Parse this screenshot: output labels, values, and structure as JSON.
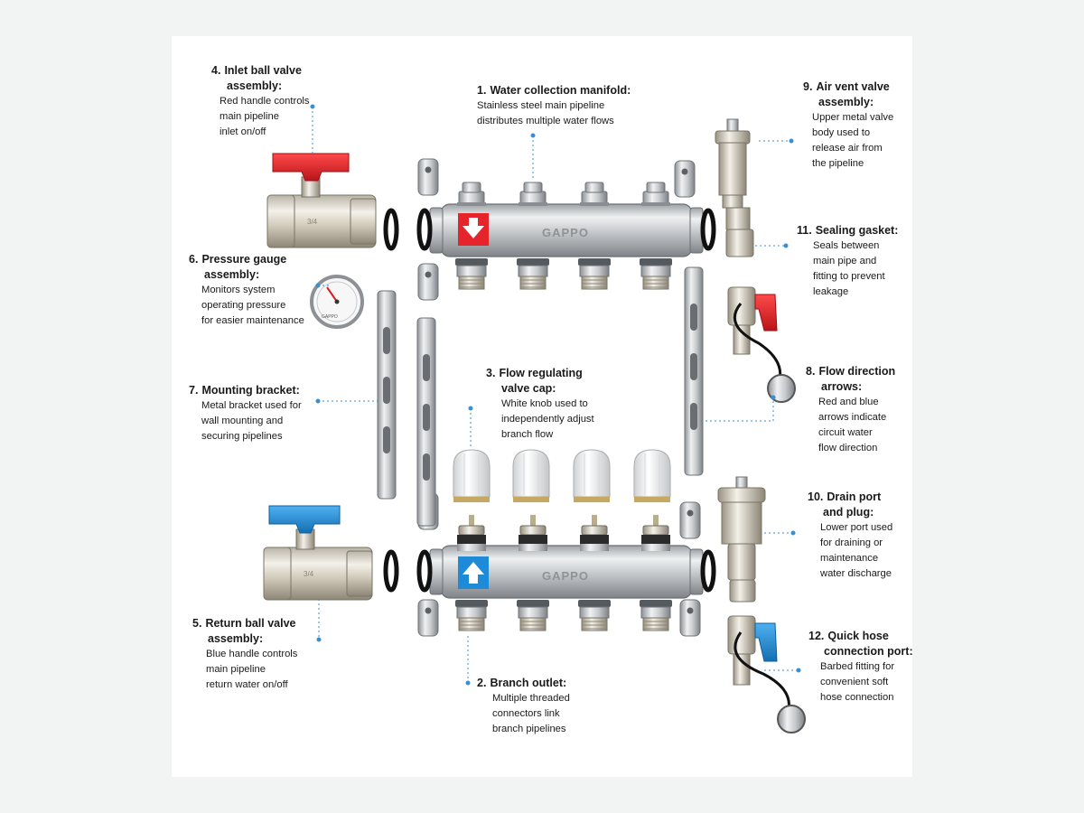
{
  "colors": {
    "leader": "#3a8fd1",
    "red_handle": "#e5242b",
    "blue_handle": "#1e8bd8",
    "steel": "#c9cbcd",
    "background": "#f1f4f3",
    "panel": "#ffffff"
  },
  "brand": {
    "manifold_logo": "GAPPO",
    "gauge_logo": "GAPPO"
  },
  "icons": {
    "inlet_arrow": "arrow-down-icon",
    "return_arrow": "arrow-up-icon"
  },
  "callouts": [
    {
      "id": "c1",
      "num": "1.",
      "title": "Water collection manifold:",
      "title2": "",
      "desc": [
        "Stainless steel main pipeline",
        "distributes multiple water flows"
      ]
    },
    {
      "id": "c2",
      "num": "2.",
      "title": "Branch outlet:",
      "title2": "",
      "desc": [
        "Multiple threaded",
        "connectors link",
        "branch pipelines"
      ]
    },
    {
      "id": "c3",
      "num": "3.",
      "title": "Flow regulating",
      "title2": "valve cap:",
      "desc": [
        "White knob used to",
        "independently adjust",
        "branch flow"
      ]
    },
    {
      "id": "c4",
      "num": "4.",
      "title": "Inlet ball valve",
      "title2": "assembly:",
      "desc": [
        "Red handle controls",
        "main pipeline",
        "inlet on/off"
      ]
    },
    {
      "id": "c5",
      "num": "5.",
      "title": "Return ball valve",
      "title2": "assembly:",
      "desc": [
        "Blue handle controls",
        "main pipeline",
        "return water on/off"
      ]
    },
    {
      "id": "c6",
      "num": "6.",
      "title": "Pressure gauge",
      "title2": "assembly:",
      "desc": [
        "Monitors system",
        "operating pressure",
        "for easier maintenance"
      ]
    },
    {
      "id": "c7",
      "num": "7.",
      "title": "Mounting bracket:",
      "title2": "",
      "desc": [
        "Metal bracket used for",
        "wall mounting and",
        "securing pipelines"
      ]
    },
    {
      "id": "c8",
      "num": "8.",
      "title": "Flow direction",
      "title2": "arrows:",
      "desc": [
        "Red and blue",
        "arrows indicate",
        "circuit water",
        "flow direction"
      ]
    },
    {
      "id": "c9",
      "num": "9.",
      "title": "Air vent valve",
      "title2": "assembly:",
      "desc": [
        "Upper metal valve",
        "body used to",
        "release air from",
        "the pipeline"
      ]
    },
    {
      "id": "c10",
      "num": "10.",
      "title": "Drain port",
      "title2": "and plug:",
      "desc": [
        "Lower port used",
        "for draining or",
        "maintenance",
        "water discharge"
      ]
    },
    {
      "id": "c11",
      "num": "11.",
      "title": "Sealing gasket:",
      "title2": "",
      "desc": [
        "Seals between",
        "main pipe and",
        "fitting to prevent",
        "leakage"
      ]
    },
    {
      "id": "c12",
      "num": "12.",
      "title": "Quick hose",
      "title2": "connection port:",
      "desc": [
        "Barbed fitting for",
        "convenient soft",
        "hose connection"
      ]
    }
  ]
}
